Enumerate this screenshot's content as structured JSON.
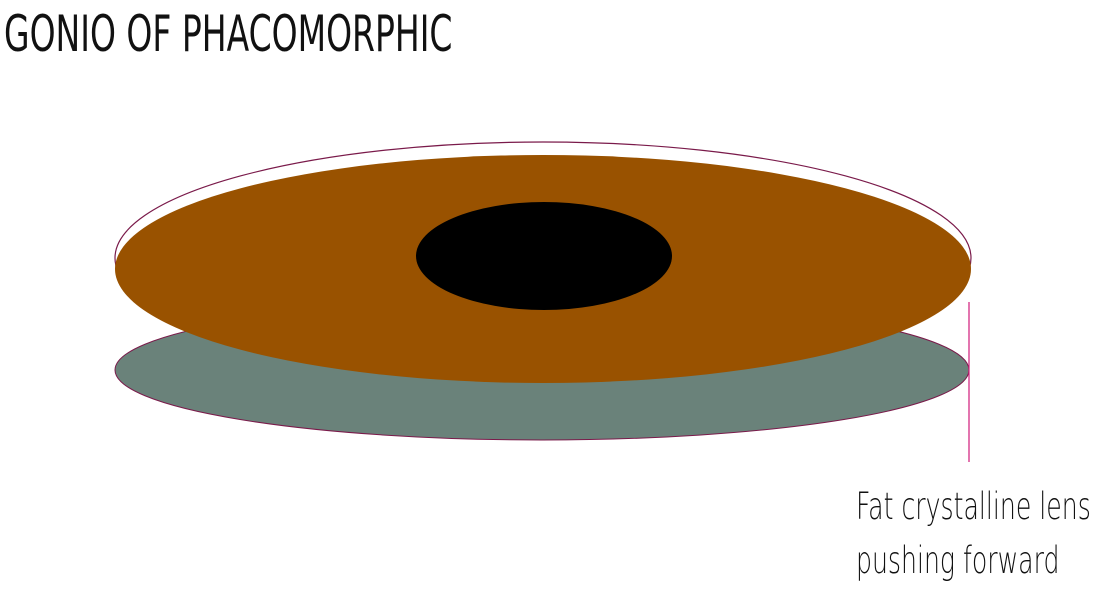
{
  "title": "GONIO OF PHACOMORPHIC",
  "callout": {
    "line1": "Fat crystalline lens",
    "line2": "pushing forward"
  },
  "colors": {
    "iris": "#995200",
    "pupil": "#000000",
    "lens": "#6a827a",
    "cornea_outline": "#7a1a4a",
    "pointer_line": "#d01a7a",
    "background": "#ffffff"
  }
}
